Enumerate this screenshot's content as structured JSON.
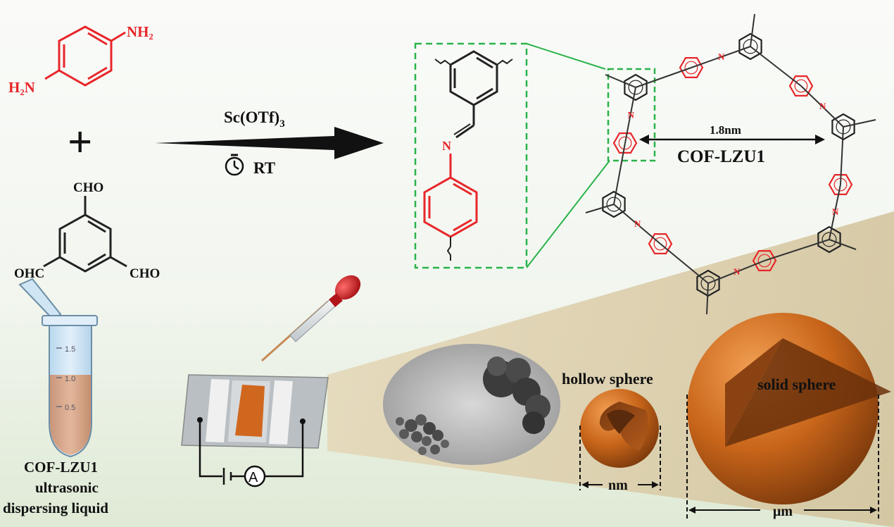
{
  "reagents": {
    "amine_nh2_top": "NH₂",
    "amine_h2n_left": "H₂N",
    "plus_sign": "+",
    "aldehyde_top": "CHO",
    "aldehyde_left": "OHC",
    "aldehyde_right": "CHO"
  },
  "reaction": {
    "catalyst": "Sc(OTf)",
    "catalyst_subscript": "3",
    "condition": "RT"
  },
  "framework": {
    "pore_size": "1.8nm",
    "name": "COF-LZU1",
    "imine_n": "N"
  },
  "tube": {
    "marks": [
      "1.5",
      "1.0",
      "0.5"
    ],
    "caption_line1": "COF-LZU1",
    "caption_line2": "ultrasonic",
    "caption_line3": "dispersing liquid"
  },
  "device": {
    "ammeter_symbol": "A"
  },
  "spheres": {
    "hollow_label": "hollow sphere",
    "solid_label": "solid sphere",
    "hollow_scale": "nm",
    "solid_scale": "μm"
  },
  "colors": {
    "red_ring": "#e8262a",
    "orange_sphere": "#c8651a",
    "dash_green": "#2ab34a",
    "bg_green": "#e6f1df"
  }
}
